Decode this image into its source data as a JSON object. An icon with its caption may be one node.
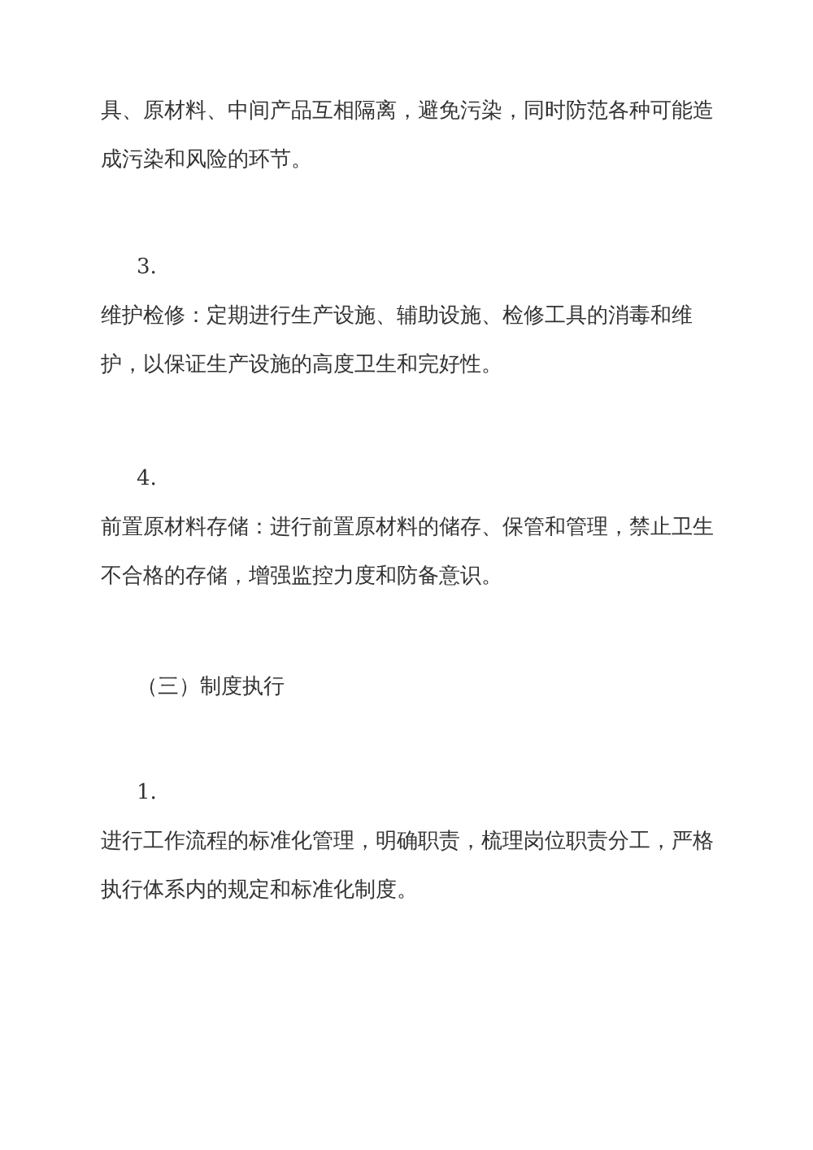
{
  "diagram": {
    "labels": [
      "具、原材料、中间产品互相隔离，避免污染，同时防范各种可能造成污染和风险的环节。",
      "3.",
      "维护检修：定期进行生产设施、辅助设施、检修工具的消毒和维护，以保证生产设施的高度卫生和完好性。",
      "4.",
      "前置原材料存储：进行前置原材料的储存、保管和管理，禁止卫生不合格的存储，增强监控力度和防备意识。",
      "（三）制度执行",
      "1.",
      "进行工作流程的标准化管理，明确职责，梳理岗位职责分工，严格执行体系内的规定和标准化制度。"
    ]
  }
}
